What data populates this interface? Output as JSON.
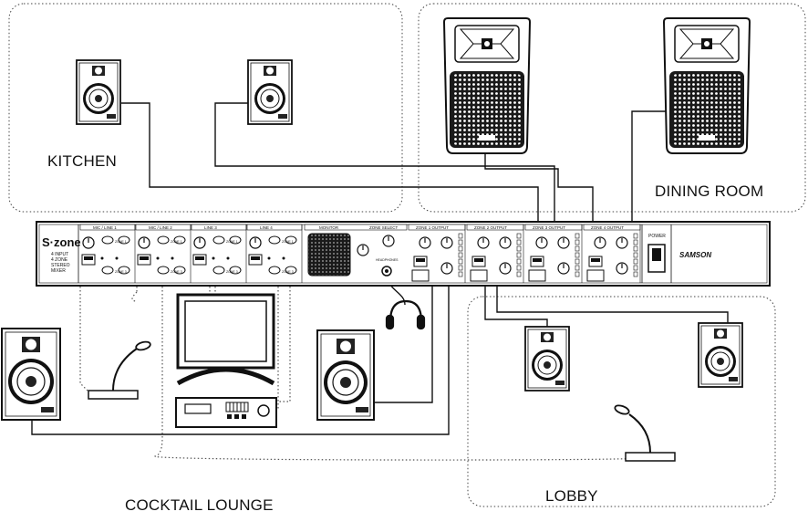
{
  "zones": {
    "kitchen": "KITCHEN",
    "dining": "DINING ROOM",
    "lobby": "LOBBY",
    "lounge": "COCKTAIL LOUNGE"
  },
  "mixer": {
    "brand": "S·zone",
    "subtitle": [
      "4 INPUT",
      "4 ZONE",
      "STEREO",
      "MIXER"
    ],
    "maker": "SAMSON",
    "power_label": "POWER",
    "inputs": [
      "MIC / LINE 1",
      "MIC / LINE 2",
      "LINE 3",
      "LINE 4"
    ],
    "monitor": "MONITOR",
    "zone_select": "ZONE SELECT",
    "outputs": [
      "ZONE 1 OUTPUT",
      "ZONE 2 OUTPUT",
      "ZONE 3 OUTPUT",
      "ZONE 4 OUTPUT"
    ],
    "headphones": "HEADPHONES",
    "zone_buttons": [
      "ZONE 1",
      "ZONE 2",
      "ZONE 3",
      "ZONE 4"
    ]
  },
  "colors": {
    "line": "#111111",
    "dotted": "#555555",
    "background": "#ffffff"
  }
}
